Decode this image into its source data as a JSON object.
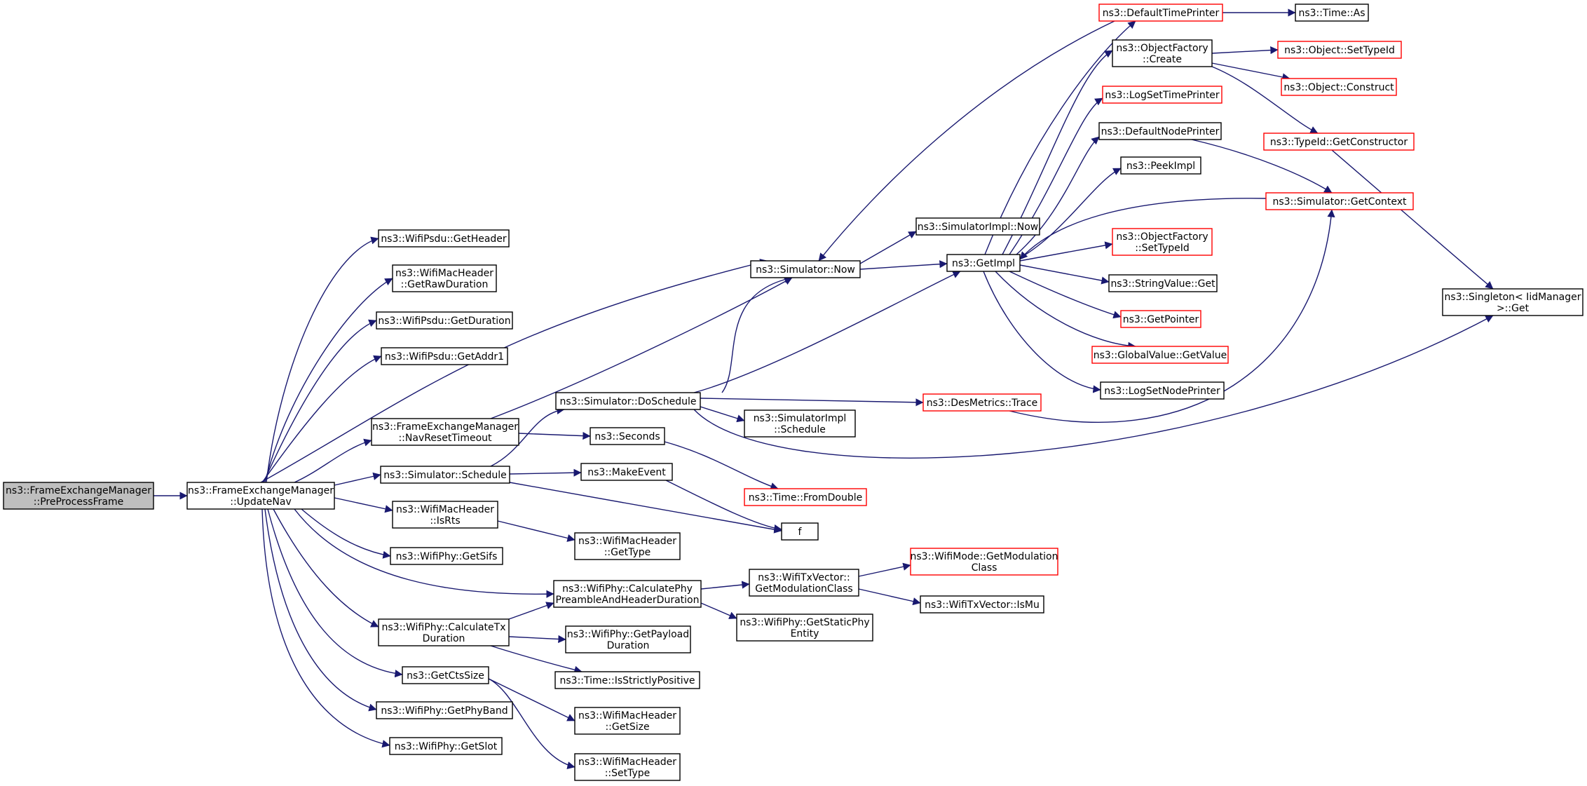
{
  "graph": {
    "colors": {
      "edge": "#191970",
      "node_border_default": "#000000",
      "node_border_truncated": "#ff0000",
      "node_fill_default": "#ffffff",
      "node_fill_root": "#bfbfbf"
    },
    "nodes": [
      {
        "id": "n0",
        "lines": [
          "ns3::FrameExchangeManager",
          "::PreProcessFrame"
        ],
        "kind": "root"
      },
      {
        "id": "n1",
        "lines": [
          "ns3::FrameExchangeManager",
          "::UpdateNav"
        ],
        "kind": "normal"
      },
      {
        "id": "n2",
        "lines": [
          "ns3::WifiPsdu::GetHeader"
        ],
        "kind": "normal"
      },
      {
        "id": "n3",
        "lines": [
          "ns3::WifiMacHeader",
          "::GetRawDuration"
        ],
        "kind": "normal"
      },
      {
        "id": "n4",
        "lines": [
          "ns3::WifiPsdu::GetDuration"
        ],
        "kind": "normal"
      },
      {
        "id": "n5",
        "lines": [
          "ns3::WifiPsdu::GetAddr1"
        ],
        "kind": "normal"
      },
      {
        "id": "n6",
        "lines": [
          "ns3::FrameExchangeManager",
          "::NavResetTimeout"
        ],
        "kind": "normal"
      },
      {
        "id": "n7",
        "lines": [
          "ns3::Simulator::Schedule"
        ],
        "kind": "normal"
      },
      {
        "id": "n8",
        "lines": [
          "ns3::WifiMacHeader",
          "::IsRts"
        ],
        "kind": "normal"
      },
      {
        "id": "n9",
        "lines": [
          "ns3::WifiPhy::GetSifs"
        ],
        "kind": "normal"
      },
      {
        "id": "n10",
        "lines": [
          "ns3::WifiPhy::CalculateTx",
          "Duration"
        ],
        "kind": "normal"
      },
      {
        "id": "n11",
        "lines": [
          "ns3::GetCtsSize"
        ],
        "kind": "normal"
      },
      {
        "id": "n12",
        "lines": [
          "ns3::WifiPhy::GetPhyBand"
        ],
        "kind": "normal"
      },
      {
        "id": "n13",
        "lines": [
          "ns3::WifiPhy::GetSlot"
        ],
        "kind": "normal"
      },
      {
        "id": "n14",
        "lines": [
          "ns3::Simulator::Now"
        ],
        "kind": "normal"
      },
      {
        "id": "n15",
        "lines": [
          "ns3::Simulator::DoSchedule"
        ],
        "kind": "normal"
      },
      {
        "id": "n16",
        "lines": [
          "ns3::Seconds"
        ],
        "kind": "normal"
      },
      {
        "id": "n17",
        "lines": [
          "ns3::MakeEvent"
        ],
        "kind": "normal"
      },
      {
        "id": "n18",
        "lines": [
          "f"
        ],
        "kind": "normal"
      },
      {
        "id": "n19",
        "lines": [
          "ns3::WifiMacHeader",
          "::GetType"
        ],
        "kind": "normal"
      },
      {
        "id": "n20",
        "lines": [
          "ns3::WifiPhy::CalculatePhy",
          "PreambleAndHeaderDuration"
        ],
        "kind": "normal"
      },
      {
        "id": "n21",
        "lines": [
          "ns3::WifiPhy::GetPayload",
          "Duration"
        ],
        "kind": "normal"
      },
      {
        "id": "n22",
        "lines": [
          "ns3::Time::IsStrictlyPositive"
        ],
        "kind": "normal"
      },
      {
        "id": "n23",
        "lines": [
          "ns3::WifiMacHeader",
          "::GetSize"
        ],
        "kind": "normal"
      },
      {
        "id": "n24",
        "lines": [
          "ns3::WifiMacHeader",
          "::SetType"
        ],
        "kind": "normal"
      },
      {
        "id": "n25",
        "lines": [
          "ns3::SimulatorImpl::Now"
        ],
        "kind": "normal"
      },
      {
        "id": "n26",
        "lines": [
          "ns3::GetImpl"
        ],
        "kind": "normal"
      },
      {
        "id": "n27",
        "lines": [
          "ns3::SimulatorImpl",
          "::Schedule"
        ],
        "kind": "normal"
      },
      {
        "id": "n28",
        "lines": [
          "ns3::DesMetrics::Trace"
        ],
        "kind": "truncated"
      },
      {
        "id": "n29",
        "lines": [
          "ns3::Time::FromDouble"
        ],
        "kind": "truncated"
      },
      {
        "id": "n30",
        "lines": [
          "ns3::WifiTxVector::",
          "GetModulationClass"
        ],
        "kind": "normal"
      },
      {
        "id": "n31",
        "lines": [
          "ns3::WifiPhy::GetStaticPhy",
          "Entity"
        ],
        "kind": "normal"
      },
      {
        "id": "n32",
        "lines": [
          "ns3::WifiMode::GetModulation",
          "Class"
        ],
        "kind": "truncated"
      },
      {
        "id": "n33",
        "lines": [
          "ns3::WifiTxVector::IsMu"
        ],
        "kind": "normal"
      },
      {
        "id": "n34",
        "lines": [
          "ns3::DefaultTimePrinter"
        ],
        "kind": "truncated"
      },
      {
        "id": "n35",
        "lines": [
          "ns3::Time::As"
        ],
        "kind": "normal"
      },
      {
        "id": "n36",
        "lines": [
          "ns3::ObjectFactory",
          "::Create"
        ],
        "kind": "normal"
      },
      {
        "id": "n37",
        "lines": [
          "ns3::Object::SetTypeId"
        ],
        "kind": "truncated"
      },
      {
        "id": "n38",
        "lines": [
          "ns3::Object::Construct"
        ],
        "kind": "truncated"
      },
      {
        "id": "n39",
        "lines": [
          "ns3::LogSetTimePrinter"
        ],
        "kind": "truncated"
      },
      {
        "id": "n40",
        "lines": [
          "ns3::TypeId::GetConstructor"
        ],
        "kind": "truncated"
      },
      {
        "id": "n41",
        "lines": [
          "ns3::DefaultNodePrinter"
        ],
        "kind": "normal"
      },
      {
        "id": "n42",
        "lines": [
          "ns3::PeekImpl"
        ],
        "kind": "normal"
      },
      {
        "id": "n43",
        "lines": [
          "ns3::Simulator::GetContext"
        ],
        "kind": "truncated"
      },
      {
        "id": "n44",
        "lines": [
          "ns3::ObjectFactory",
          "::SetTypeId"
        ],
        "kind": "truncated"
      },
      {
        "id": "n45",
        "lines": [
          "ns3::StringValue::Get"
        ],
        "kind": "normal"
      },
      {
        "id": "n46",
        "lines": [
          "ns3::GetPointer"
        ],
        "kind": "truncated"
      },
      {
        "id": "n47",
        "lines": [
          "ns3::GlobalValue::GetValue"
        ],
        "kind": "truncated"
      },
      {
        "id": "n48",
        "lines": [
          "ns3::LogSetNodePrinter"
        ],
        "kind": "normal"
      },
      {
        "id": "n49",
        "lines": [
          "ns3::Singleton< IidManager",
          ">::Get"
        ],
        "kind": "normal"
      }
    ],
    "edges": [
      [
        "n0",
        "n1"
      ],
      [
        "n1",
        "n2"
      ],
      [
        "n1",
        "n3"
      ],
      [
        "n1",
        "n4"
      ],
      [
        "n1",
        "n5"
      ],
      [
        "n1",
        "n14"
      ],
      [
        "n1",
        "n6"
      ],
      [
        "n1",
        "n7"
      ],
      [
        "n1",
        "n8"
      ],
      [
        "n1",
        "n9"
      ],
      [
        "n1",
        "n20"
      ],
      [
        "n1",
        "n10"
      ],
      [
        "n1",
        "n11"
      ],
      [
        "n1",
        "n12"
      ],
      [
        "n1",
        "n13"
      ],
      [
        "n6",
        "n14"
      ],
      [
        "n6",
        "n16"
      ],
      [
        "n7",
        "n15"
      ],
      [
        "n7",
        "n17"
      ],
      [
        "n7",
        "n18"
      ],
      [
        "n8",
        "n19"
      ],
      [
        "n10",
        "n20"
      ],
      [
        "n10",
        "n21"
      ],
      [
        "n10",
        "n22"
      ],
      [
        "n11",
        "n23"
      ],
      [
        "n11",
        "n24"
      ],
      [
        "n14",
        "n25"
      ],
      [
        "n14",
        "n26"
      ],
      [
        "n15",
        "n14"
      ],
      [
        "n15",
        "n26"
      ],
      [
        "n15",
        "n27"
      ],
      [
        "n15",
        "n28"
      ],
      [
        "n15",
        "n49"
      ],
      [
        "n16",
        "n29"
      ],
      [
        "n17",
        "n18"
      ],
      [
        "n20",
        "n30"
      ],
      [
        "n20",
        "n31"
      ],
      [
        "n30",
        "n32"
      ],
      [
        "n30",
        "n33"
      ],
      [
        "n26",
        "n34"
      ],
      [
        "n26",
        "n36"
      ],
      [
        "n26",
        "n39"
      ],
      [
        "n26",
        "n41"
      ],
      [
        "n26",
        "n42"
      ],
      [
        "n26",
        "n44"
      ],
      [
        "n26",
        "n45"
      ],
      [
        "n26",
        "n46"
      ],
      [
        "n26",
        "n47"
      ],
      [
        "n26",
        "n48"
      ],
      [
        "n34",
        "n35"
      ],
      [
        "n34",
        "n14"
      ],
      [
        "n36",
        "n37"
      ],
      [
        "n36",
        "n38"
      ],
      [
        "n36",
        "n40"
      ],
      [
        "n40",
        "n49"
      ],
      [
        "n41",
        "n43"
      ],
      [
        "n43",
        "n26"
      ],
      [
        "n28",
        "n43"
      ]
    ]
  }
}
